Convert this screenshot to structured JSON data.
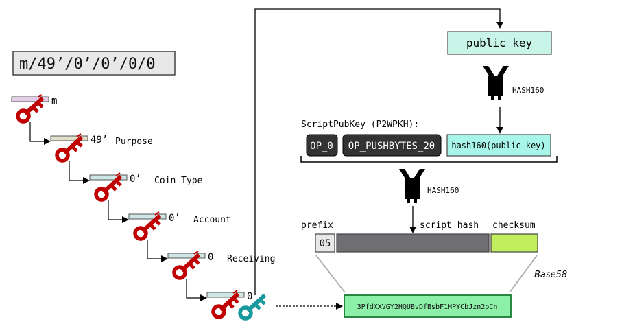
{
  "path": {
    "label": "m/49’/0’/0’/0/0"
  },
  "levels": [
    {
      "index": "m",
      "name": "",
      "color": "#e4cde6"
    },
    {
      "index": "49’",
      "name": "Purpose",
      "color": "#e0e0cb"
    },
    {
      "index": "0’",
      "name": "Coin Type",
      "color": "#cfe6e6"
    },
    {
      "index": "0’",
      "name": "Account",
      "color": "#cfe6e6"
    },
    {
      "index": "0",
      "name": "Receiving",
      "color": "#cfe6e6"
    },
    {
      "index": "0",
      "name": "",
      "color": "#cfe6e6"
    }
  ],
  "pubkey": {
    "label": "public key",
    "color": "#c8f5e8"
  },
  "hash": {
    "label": "HASH160"
  },
  "script": {
    "title": "ScriptPubKey (P2WPKH):",
    "op0": "OP_0",
    "push": "OP_PUSHBYTES_20",
    "hash_field": "hash160(public key)",
    "hash_field_color": "#a8f6ea"
  },
  "address": {
    "prefix_label": "prefix",
    "prefix_value": "05",
    "script_hash_label": "script hash",
    "checksum_label": "checksum",
    "encoding": "Base58",
    "value": "3PfdXXVGY2HQUBvDfBsbF1HPYCbJzn2pCn",
    "script_hash_color": "#707074",
    "checksum_color": "#c1ee5c",
    "address_color": "#8df0a8"
  },
  "colors": {
    "private_key": "#c00000",
    "public_key": "#17999e"
  }
}
